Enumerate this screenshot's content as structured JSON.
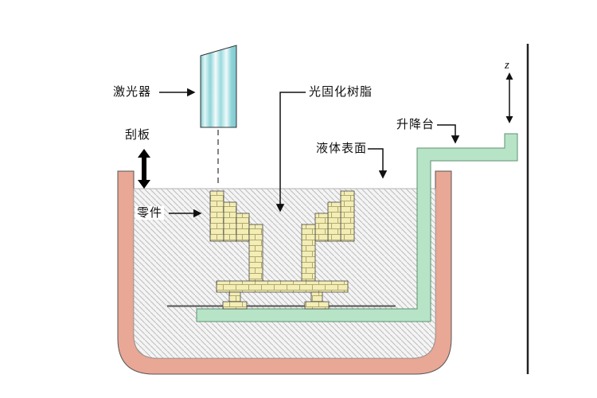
{
  "labels": {
    "laser": "激光器",
    "scraper": "刮板",
    "part": "零件",
    "resin": "光固化树脂",
    "liquid_surface": "液体表面",
    "elevator": "升降台",
    "z_axis": "z"
  },
  "colors": {
    "tank_wall": "#e9a795",
    "platform_green": "#b7e4c7",
    "part_yellow": "#f3edb6",
    "laser_cyan": "#8fd4d8",
    "hatch_line": "#bcbcbc"
  }
}
